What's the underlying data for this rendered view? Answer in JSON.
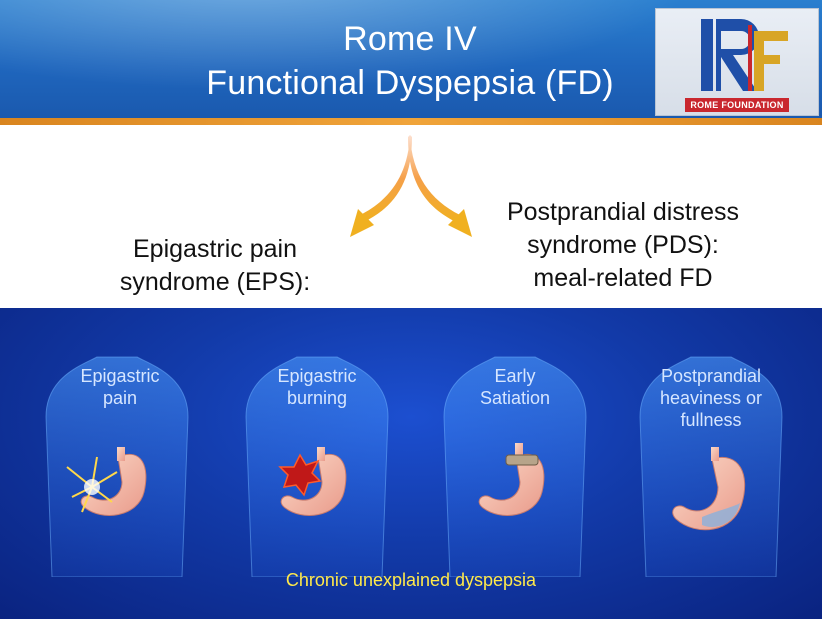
{
  "header": {
    "title_line1": "Rome IV",
    "title_line2": "Functional Dyspepsia (FD)"
  },
  "logo": {
    "letters": "RF",
    "label": "ROME FOUNDATION"
  },
  "branches": {
    "left_line1": "Epigastric pain",
    "left_line2": "syndrome (EPS):",
    "right_line1": "Postprandial distress",
    "right_line2": "syndrome (PDS):",
    "right_line3": "meal-related FD"
  },
  "symptoms": [
    {
      "line1": "Epigastric",
      "line2": "pain",
      "line3": ""
    },
    {
      "line1": "Epigastric",
      "line2": "burning",
      "line3": ""
    },
    {
      "line1": "Early",
      "line2": "Satiation",
      "line3": ""
    },
    {
      "line1": "Postprandial",
      "line2": "heaviness or",
      "line3": "fullness"
    }
  ],
  "footer": "Chronic unexplained dyspepsia",
  "colors": {
    "header_blue": "#1f66bd",
    "accent_orange": "#f0a43a",
    "panel_blue": "#123aa8",
    "footer_yellow": "#ffe94a",
    "logo_red": "#c9272e"
  }
}
